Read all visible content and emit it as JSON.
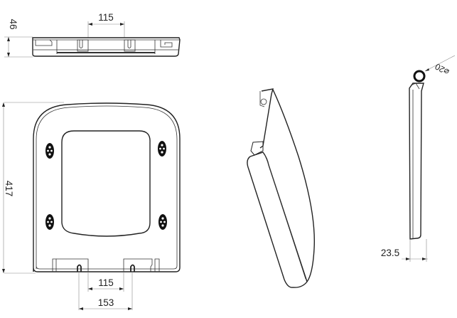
{
  "drawing": {
    "subject": "Toilet seat technical drawing",
    "views": [
      {
        "id": "side-elevation",
        "dimensions": {
          "height": "46",
          "hinge_spacing": "115"
        }
      },
      {
        "id": "top-plan",
        "dimensions": {
          "length": "417",
          "hinge_spacing_inner": "115",
          "hinge_spacing_outer": "153"
        }
      },
      {
        "id": "perspective",
        "dimensions": {}
      },
      {
        "id": "profile",
        "dimensions": {
          "hinge_diameter": "⌀20",
          "thickness": "23.5"
        }
      }
    ]
  },
  "labels": {
    "side_height": "46",
    "side_hinge_spacing": "115",
    "plan_length": "417",
    "plan_inner_spacing": "115",
    "plan_outer_spacing": "153",
    "profile_hinge_diameter": "⌀20",
    "profile_thickness": "23.5"
  },
  "colors": {
    "line": "#222222",
    "dimension_line": "#888888",
    "background": "#ffffff"
  }
}
